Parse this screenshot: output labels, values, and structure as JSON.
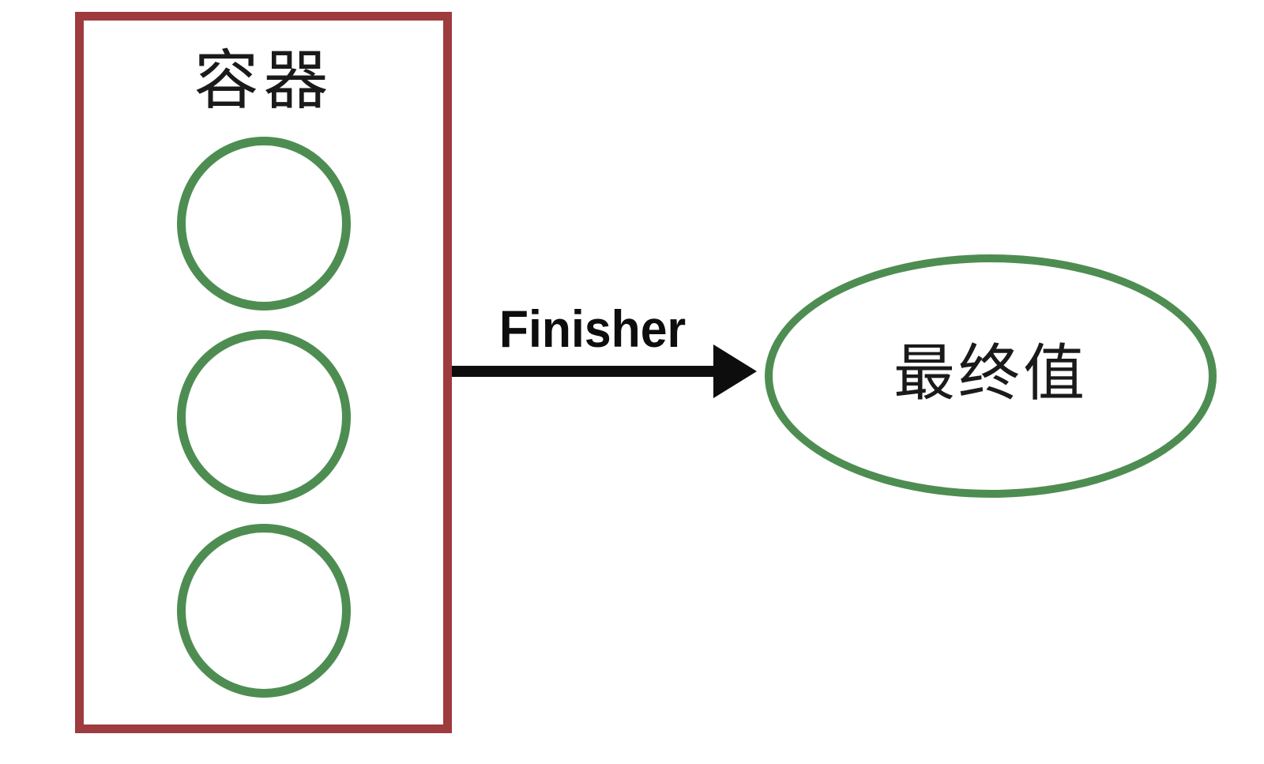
{
  "diagram": {
    "title": "collector-finisher-flow",
    "container": {
      "label": "容器",
      "element_count": 3,
      "element_shape": "circle"
    },
    "arrow": {
      "label": "Finisher",
      "direction": "right"
    },
    "result": {
      "label": "最终值",
      "shape": "ellipse"
    }
  },
  "colors": {
    "background": "#ffffff",
    "box_border": "#9e3b3e",
    "circle_stroke": "#4e8d52",
    "arrow": "#0d0d0d",
    "text": "#1a1a1a"
  }
}
